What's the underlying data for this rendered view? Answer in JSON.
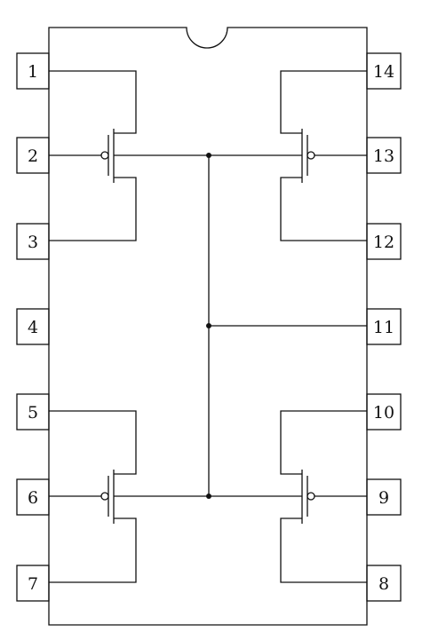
{
  "pins": {
    "p1": "1",
    "p2": "2",
    "p3": "3",
    "p4": "4",
    "p5": "5",
    "p6": "6",
    "p7": "7",
    "p8": "8",
    "p9": "9",
    "p10": "10",
    "p11": "11",
    "p12": "12",
    "p13": "13",
    "p14": "14"
  },
  "colors": {
    "line": "#111111",
    "background": "#ffffff"
  }
}
